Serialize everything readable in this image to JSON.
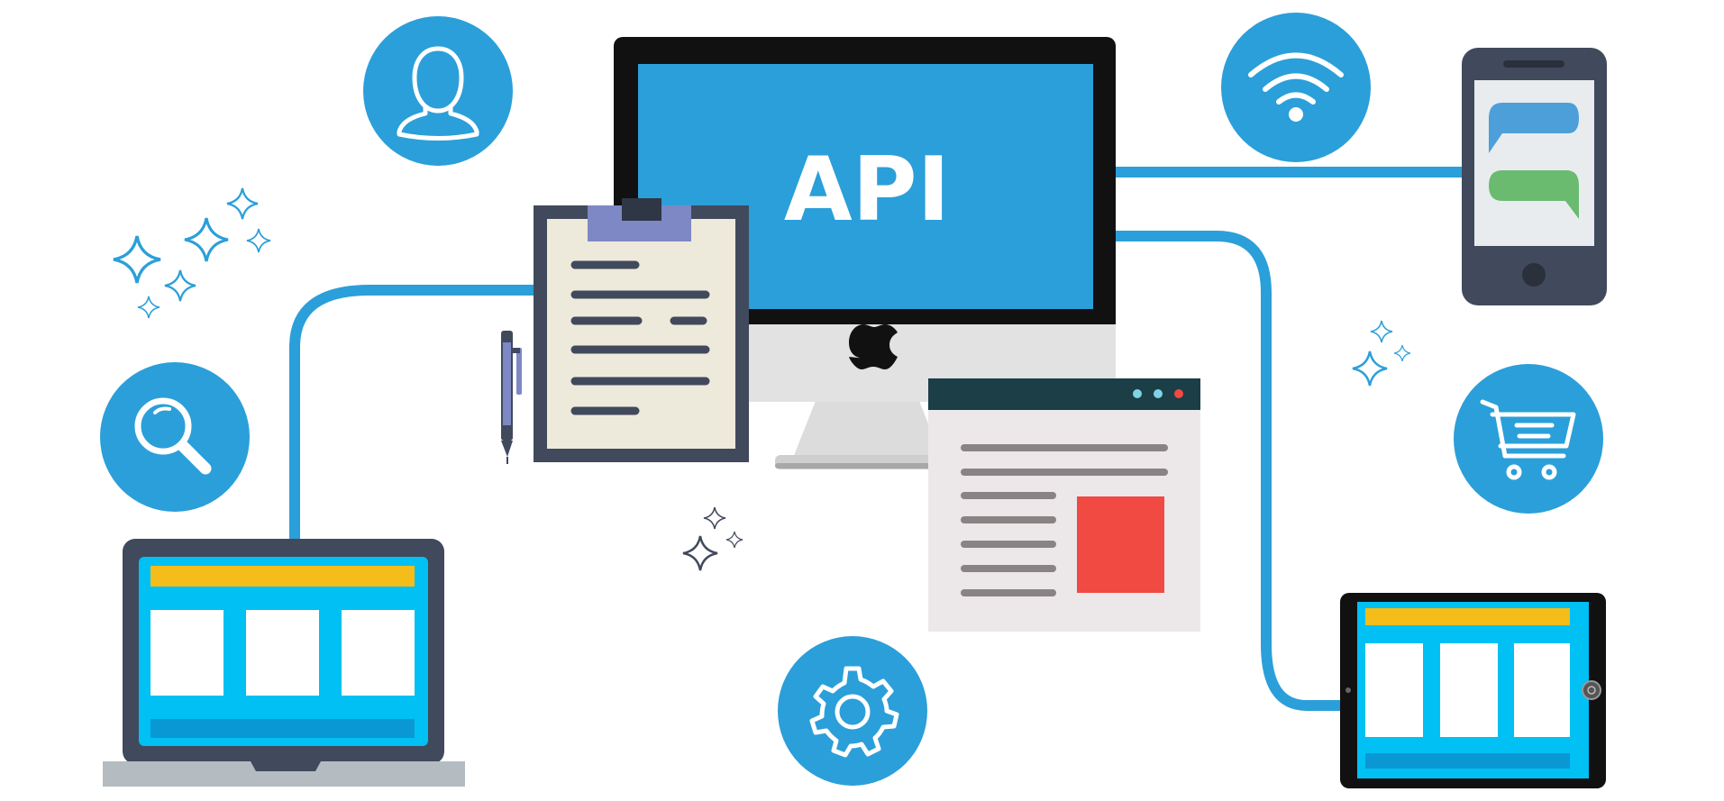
{
  "illustration": {
    "monitor": {
      "screen_text": "API",
      "logo_icon": "apple-logo-icon"
    },
    "icons": [
      "user-icon",
      "wifi-icon",
      "search-icon",
      "shopping-cart-icon",
      "gear-icon",
      "sparkle-icon",
      "chat-bubble-icon",
      "pen-icon"
    ],
    "devices": [
      "desktop-monitor",
      "laptop",
      "smartphone",
      "tablet",
      "clipboard",
      "browser-window"
    ],
    "colors": {
      "accent_blue": "#2b9fd9",
      "bright_blue": "#00c0f4",
      "dark_slate": "#414a5c",
      "yellow": "#f4bd19",
      "red": "#f04a43",
      "green": "#6abb6f",
      "bubble_blue": "#4d9fda",
      "clipboard_paper": "#eeeadb",
      "clip_purple": "#7d88c4",
      "browser_bar": "#1c3e46",
      "browser_body": "#ece8ea"
    }
  }
}
